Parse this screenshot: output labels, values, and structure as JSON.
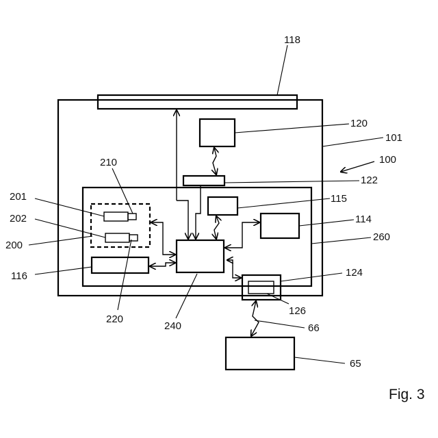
{
  "figure_label": "Fig. 3",
  "labels": {
    "l118": "118",
    "l120": "120",
    "l101": "101",
    "l100": "100",
    "l122": "122",
    "l115": "115",
    "l114": "114",
    "l260": "260",
    "l210": "210",
    "l201": "201",
    "l202": "202",
    "l200": "200",
    "l116": "116",
    "l124": "124",
    "l126": "126",
    "l66": "66",
    "l65": "65",
    "l220": "220",
    "l240": "240"
  }
}
